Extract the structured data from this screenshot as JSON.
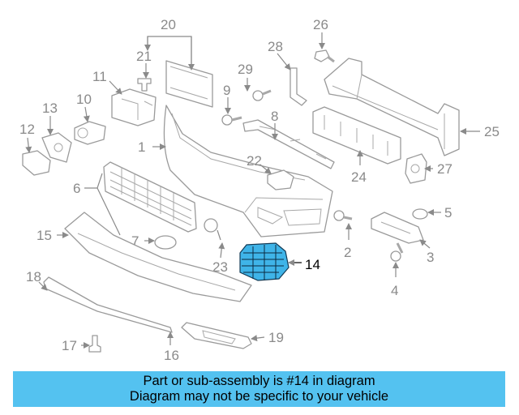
{
  "callouts": {
    "c1": "1",
    "c2": "2",
    "c3": "3",
    "c4": "4",
    "c5": "5",
    "c6": "6",
    "c7": "7",
    "c8": "8",
    "c9": "9",
    "c10": "10",
    "c11": "11",
    "c12": "12",
    "c13": "13",
    "c14": "14",
    "c15": "15",
    "c16": "16",
    "c17": "17",
    "c18": "18",
    "c19": "19",
    "c20": "20",
    "c21": "21",
    "c22": "22",
    "c23": "23",
    "c24": "24",
    "c25": "25",
    "c26": "26",
    "c27": "27",
    "c28": "28",
    "c29": "29"
  },
  "highlight": {
    "part": "14",
    "color": "#3fb4e8"
  },
  "banner": {
    "line1": "Part or sub-assembly is #14 in diagram",
    "line2": "Diagram may not be specific to your vehicle",
    "color": "#54c2f0"
  }
}
